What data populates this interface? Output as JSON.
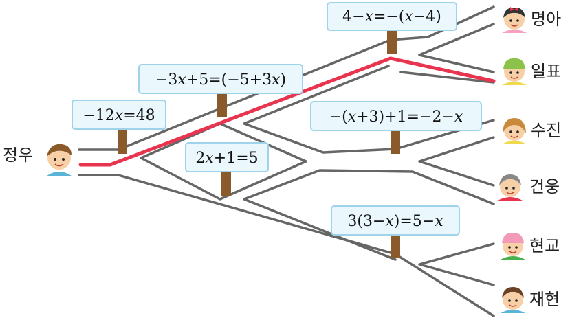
{
  "start": {
    "name": "정우",
    "icon": "boy-face-icon"
  },
  "signs": [
    {
      "id": "s1",
      "expr": "−12𝑥=48"
    },
    {
      "id": "s2",
      "expr": "−3𝑥+5=(−5+3𝑥)"
    },
    {
      "id": "s3",
      "expr": "2𝑥+1=5"
    },
    {
      "id": "s4",
      "expr": "4−𝑥=−(𝑥−4)"
    },
    {
      "id": "s5",
      "expr": "−(𝑥+3)+1=−2−𝑥"
    },
    {
      "id": "s6",
      "expr": "3(3−𝑥)=5−𝑥"
    }
  ],
  "destinations": [
    {
      "id": "d1",
      "name": "명아",
      "icon": "girl-bow-face-icon"
    },
    {
      "id": "d2",
      "name": "일표",
      "icon": "boy-cap-face-icon"
    },
    {
      "id": "d3",
      "name": "수진",
      "icon": "girl-face-icon"
    },
    {
      "id": "d4",
      "name": "건웅",
      "icon": "boy-grey-hair-face-icon"
    },
    {
      "id": "d5",
      "name": "현교",
      "icon": "girl-pink-cap-face-icon"
    },
    {
      "id": "d6",
      "name": "재현",
      "icon": "boy-face-icon"
    }
  ],
  "colors": {
    "road": "#666666",
    "highlight": "#e8344e",
    "sign_fill": "#eaf7fd",
    "sign_border": "#9fd3ea",
    "post": "#8a5a2b"
  }
}
